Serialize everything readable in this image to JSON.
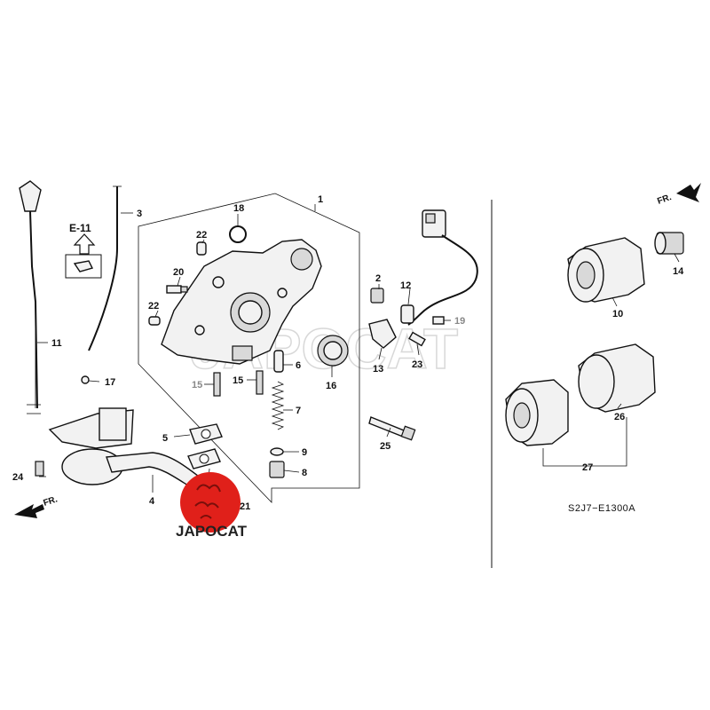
{
  "diagram_code": "S2J7−E1300A",
  "watermark": "JAPOCAT",
  "logo": {
    "text": "JAPOCAT",
    "color": "#e0201a"
  },
  "ref_box": "E-11",
  "direction_label": "FR.",
  "callouts": [
    {
      "id": "1"
    },
    {
      "id": "2"
    },
    {
      "id": "3"
    },
    {
      "id": "4"
    },
    {
      "id": "5"
    },
    {
      "id": "6"
    },
    {
      "id": "7"
    },
    {
      "id": "8"
    },
    {
      "id": "9"
    },
    {
      "id": "10"
    },
    {
      "id": "11"
    },
    {
      "id": "12"
    },
    {
      "id": "13"
    },
    {
      "id": "14"
    },
    {
      "id": "15"
    },
    {
      "id": "15"
    },
    {
      "id": "16"
    },
    {
      "id": "17"
    },
    {
      "id": "18"
    },
    {
      "id": "19"
    },
    {
      "id": "20"
    },
    {
      "id": "21"
    },
    {
      "id": "22"
    },
    {
      "id": "22"
    },
    {
      "id": "23"
    },
    {
      "id": "24"
    },
    {
      "id": "25"
    },
    {
      "id": "26"
    },
    {
      "id": "27"
    }
  ]
}
